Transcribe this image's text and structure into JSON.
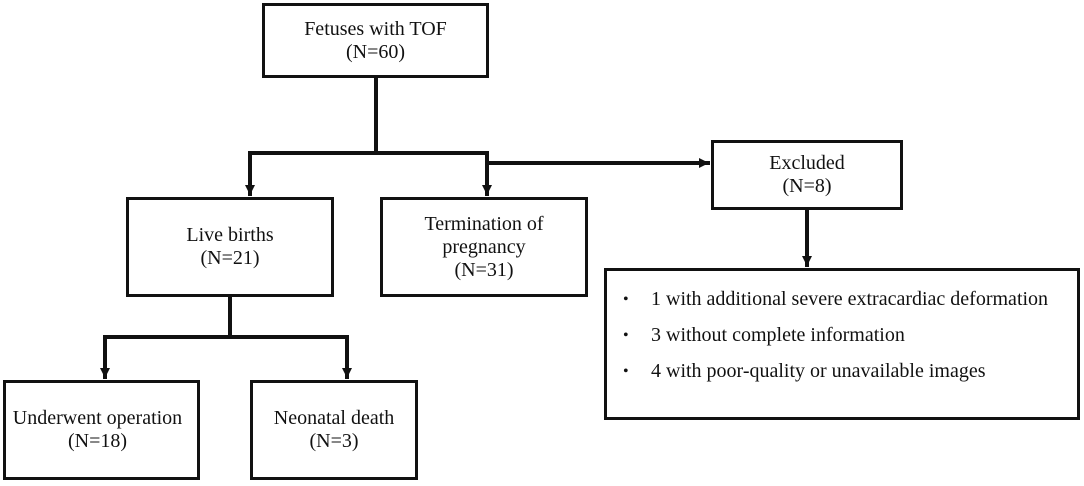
{
  "nodes": {
    "fetuses": {
      "title": "Fetuses with TOF",
      "count": "(N=60)"
    },
    "live_births": {
      "title": "Live births",
      "count": "(N=21)"
    },
    "termination": {
      "line1": "Termination of",
      "line2": "pregnancy",
      "count": "(N=31)"
    },
    "excluded": {
      "title": "Excluded",
      "count": "(N=8)"
    },
    "operation": {
      "title": "Underwent operation",
      "count": "(N=18)"
    },
    "neonatal_death": {
      "title": "Neonatal death",
      "count": "(N=3)"
    }
  },
  "exclusion_reasons": [
    "1 with additional severe extracardiac deformation",
    "3 without complete information",
    "4 with poor-quality or unavailable images"
  ],
  "bullet_symbol": "•",
  "colors": {
    "line": "#111111",
    "background": "#ffffff"
  }
}
